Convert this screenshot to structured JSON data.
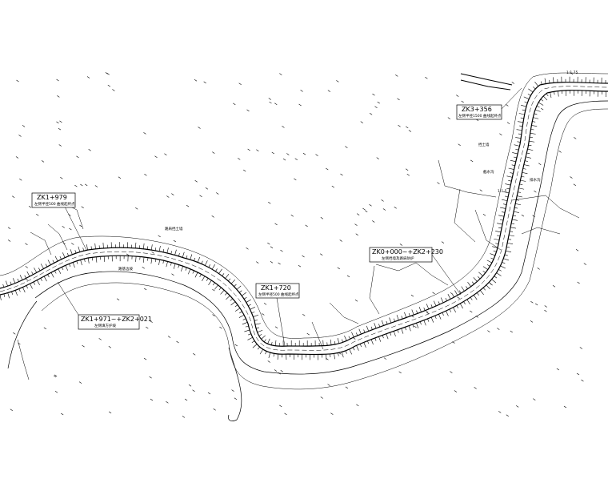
{
  "annotations": [
    {
      "id": "zk1-979",
      "title": "ZK1+979",
      "sub": "左侧半径500 曲线起终点"
    },
    {
      "id": "zk1-971",
      "title": "ZK1+971~+ZK2+021",
      "sub": "左侧填方护坡"
    },
    {
      "id": "zk1-720",
      "title": "ZK1+720",
      "sub": "左侧半径500 曲线起终点"
    },
    {
      "id": "zk0-000",
      "title": "ZK0+000~+ZK2+230",
      "sub": "左侧挡墙及路肩防护"
    },
    {
      "id": "zk3-356",
      "title": "ZK3+356",
      "sub": "左侧半径1500 曲线起终点"
    }
  ],
  "small_labels": [
    "路肩挡土墙",
    "挡土墙",
    "截水沟",
    "排水沟",
    "路基边坡",
    "1:1.5",
    "1:1.75"
  ],
  "colors": {
    "line": "#000000",
    "background": "#ffffff"
  }
}
